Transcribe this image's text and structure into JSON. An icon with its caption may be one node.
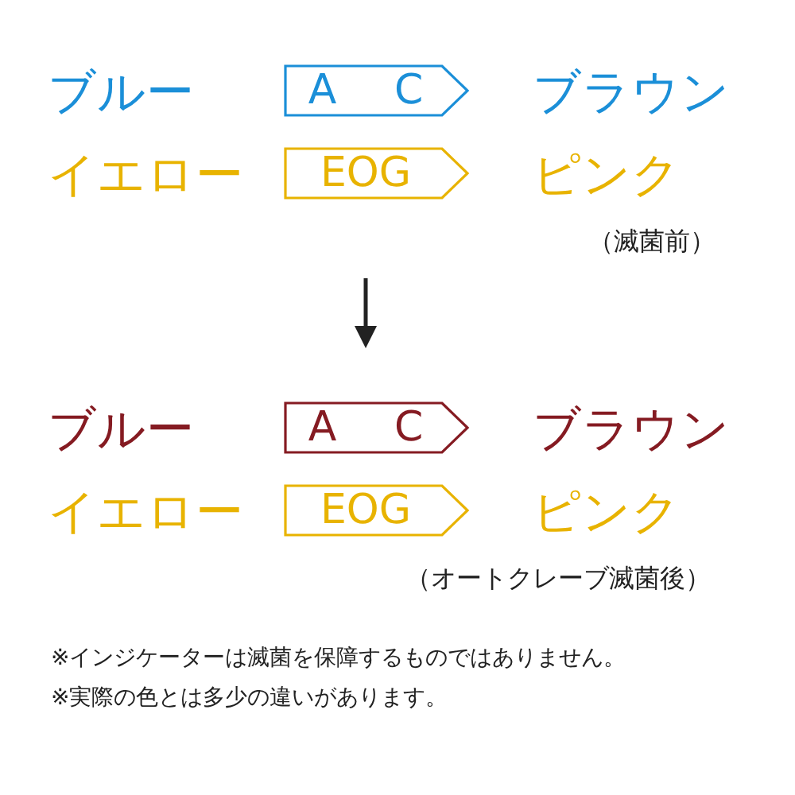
{
  "diagram": {
    "nodes": [
      {
        "text": [
          "A C"
        ]
      },
      {
        "text": [
          "EOG"
        ]
      },
      {
        "text": [
          "A C"
        ]
      },
      {
        "text": [
          "EOG"
        ]
      }
    ],
    "edges": [],
    "labels": [
      "ブルー",
      "ブラウン",
      "イエロー",
      "ピンク",
      "（滅菌前）",
      "ブルー",
      "ブラウン",
      "イエロー",
      "ピンク",
      "（オートクレーブ滅菌後）",
      "※インジケーターは滅菌を保障するものではありません。",
      "※実際の色とは多少の違いがあります。"
    ]
  }
}
